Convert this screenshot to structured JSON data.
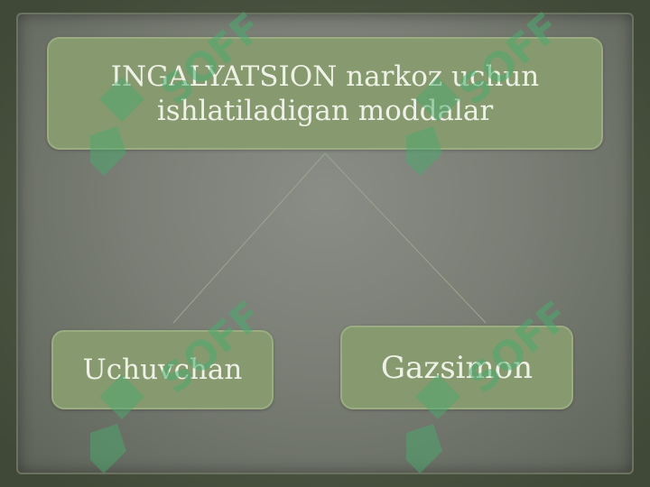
{
  "diagram": {
    "top_node": "INGALYATSION narkoz uchun ishlatiladigan moddalar",
    "children": [
      {
        "label": "Uchuvchan"
      },
      {
        "label": "Gazsimon"
      }
    ]
  },
  "watermark": {
    "text": "SOFF"
  },
  "colors": {
    "background": "#56614a",
    "paper": "#7a7e75",
    "node_fill": "#87996f",
    "node_text": "#eef2e6",
    "connector": "#9aa58f",
    "watermark": "#4baa6e"
  }
}
